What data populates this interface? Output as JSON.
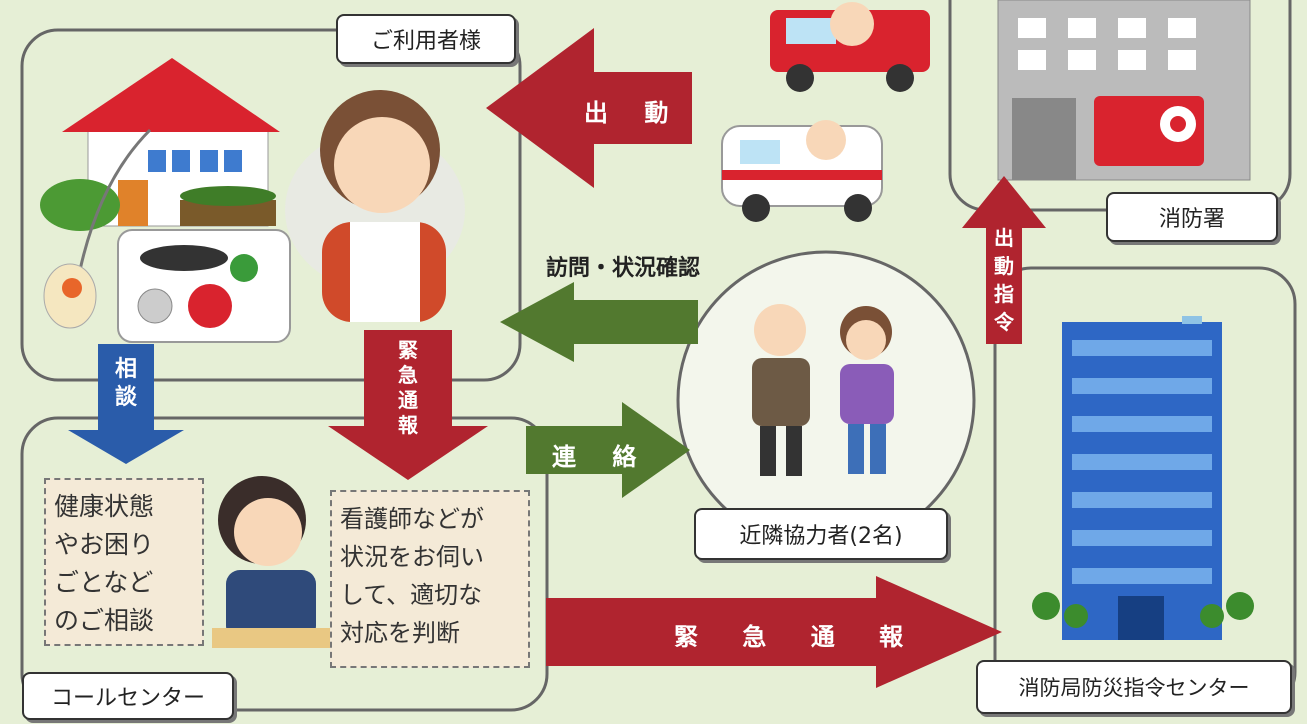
{
  "labels": {
    "user": "ご利用者様",
    "fire_station": "消防署",
    "neighbors": "近隣協力者(2名)",
    "call_center": "コールセンター",
    "command_center": "消防局防災指令センター"
  },
  "arrows": {
    "dispatch": "出 動",
    "visit_confirm": "訪問・状況確認",
    "contact": "連 絡",
    "emergency_report": "緊 急 通 報",
    "consult_vertical": [
      "相",
      "談"
    ],
    "emergency_vertical": [
      "緊",
      "急",
      "通",
      "報"
    ],
    "dispatch_order_vertical": [
      "出",
      "動",
      "指",
      "令"
    ]
  },
  "notes": {
    "consultation": [
      "健康状態",
      "やお困り",
      "ごとなど",
      "のご相談"
    ],
    "nurse": [
      "看護師などが",
      "状況をお伺い",
      "して、適切な",
      "対応を判断"
    ]
  },
  "colors": {
    "red_arrow": "#b0242f",
    "green_arrow": "#52792f",
    "blue_arrow": "#2a5caa",
    "background": "#e6efd6"
  },
  "icons": [
    "house-icon",
    "alarm-device-icon",
    "elderly-woman-icon",
    "fire-truck-icon",
    "ambulance-icon",
    "fire-station-building-icon",
    "neighbors-icon",
    "operator-icon",
    "office-building-icon"
  ]
}
